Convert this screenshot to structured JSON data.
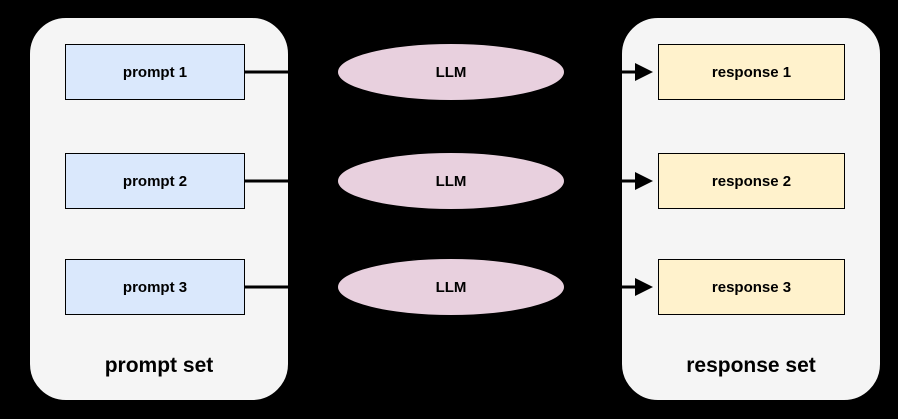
{
  "diagram": {
    "title": "prompt set to LLM to response set flow",
    "background_color": "#000000",
    "prompt_set": {
      "label": "prompt set",
      "fill_color": "#f5f5f5",
      "item_fill_color": "#dae8fc",
      "items": [
        {
          "label": "prompt 1"
        },
        {
          "label": "prompt 2"
        },
        {
          "label": "prompt 3"
        }
      ]
    },
    "llm_nodes": {
      "fill_color": "#e8d0de",
      "items": [
        {
          "label": "LLM"
        },
        {
          "label": "LLM"
        },
        {
          "label": "LLM"
        }
      ]
    },
    "response_set": {
      "label": "response set",
      "fill_color": "#f5f5f5",
      "item_fill_color": "#fff2cc",
      "items": [
        {
          "label": "response 1"
        },
        {
          "label": "response 2"
        },
        {
          "label": "response 3"
        }
      ]
    }
  }
}
